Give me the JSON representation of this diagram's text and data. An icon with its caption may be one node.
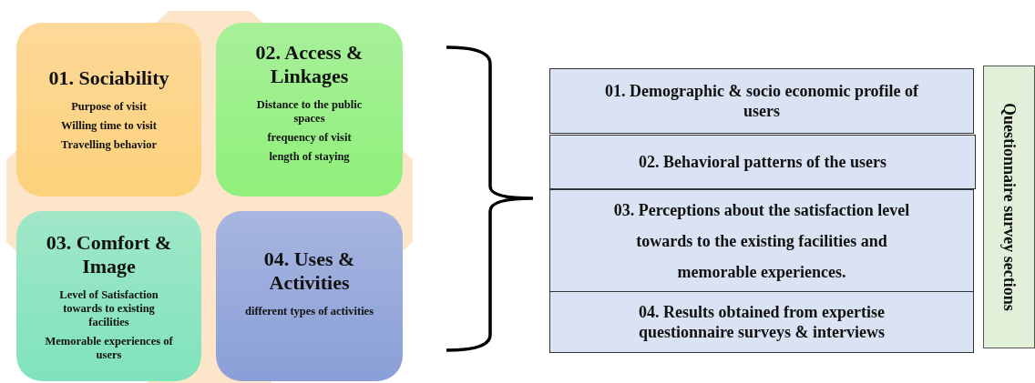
{
  "diagram": {
    "nodes": [
      {
        "text": [
          "01. Sociability",
          "Purpose of visit",
          "Willing time to visit",
          "Travelling behavior"
        ]
      },
      {
        "text": [
          "02. Access & Linkages",
          "Distance to the public spaces",
          "frequency of visit",
          "length of staying"
        ]
      },
      {
        "text": [
          "03. Comfort & Image",
          "Level of Satisfaction towards to existing facilities",
          "Memorable experiences of users"
        ]
      },
      {
        "text": [
          "04. Uses & Activities",
          "different types of activities"
        ]
      },
      {
        "text": [
          "01. Demographic & socio economic profile of users"
        ]
      },
      {
        "text": [
          "02. Behavioral patterns of the users"
        ]
      },
      {
        "text": [
          "03. Perceptions about the satisfaction level towards to the existing facilities and memorable experiences."
        ]
      },
      {
        "text": [
          "04. Results obtained from expertise questionnaire surveys & interviews"
        ]
      },
      {
        "text": [
          "Questionnaire survey sections"
        ]
      }
    ]
  }
}
